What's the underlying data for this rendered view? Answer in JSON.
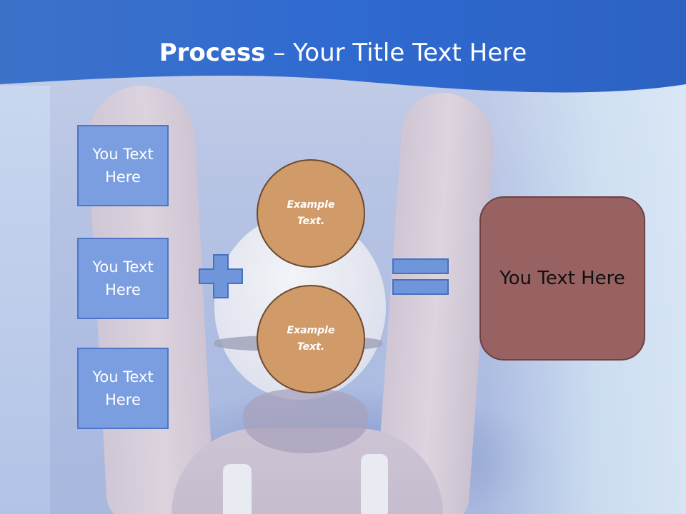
{
  "slide": {
    "title_bold": "Process",
    "title_rest": " – Your Title Text Here"
  },
  "left_boxes": [
    {
      "label": "You Text Here"
    },
    {
      "label": "You Text Here"
    },
    {
      "label": "You Text Here"
    }
  ],
  "circles": [
    {
      "label": "Example Text."
    },
    {
      "label": "Example Text."
    }
  ],
  "result": {
    "label": "You Text Here"
  },
  "icons": {
    "plus": "plus-icon",
    "equals": "equals-icon"
  },
  "colors": {
    "header_blue": "#2f66c4",
    "box_fill": "#7b9ee0",
    "box_border": "#4f76c6",
    "circle_fill": "#d19a69",
    "result_fill": "#986262"
  }
}
